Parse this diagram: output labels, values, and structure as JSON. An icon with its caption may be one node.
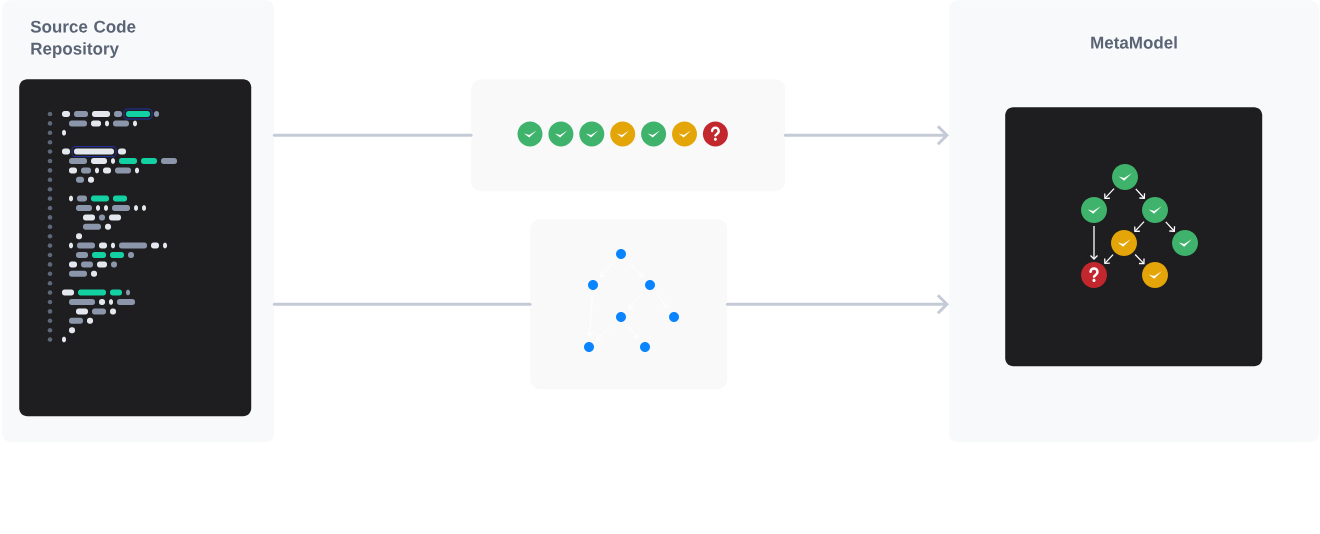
{
  "diagram": {
    "nodes": [
      {
        "text": [
          "Source Code Repository"
        ]
      },
      {
        "text": [],
        "shape": "picture",
        "in": 0
      },
      {
        "text": [],
        "shape": "box"
      },
      {
        "text": [],
        "shape": "box"
      },
      {
        "text": [
          "MetaModel"
        ]
      },
      {
        "text": [],
        "shape": "picture",
        "in": 4
      }
    ],
    "edges": [
      {
        "from": 0,
        "to": 2,
        "arrow": "none"
      },
      {
        "from": 0,
        "to": 3,
        "arrow": "none"
      },
      {
        "from": 2,
        "to": 4,
        "arrow": "to"
      },
      {
        "from": 3,
        "to": 4,
        "arrow": "to"
      }
    ]
  }
}
